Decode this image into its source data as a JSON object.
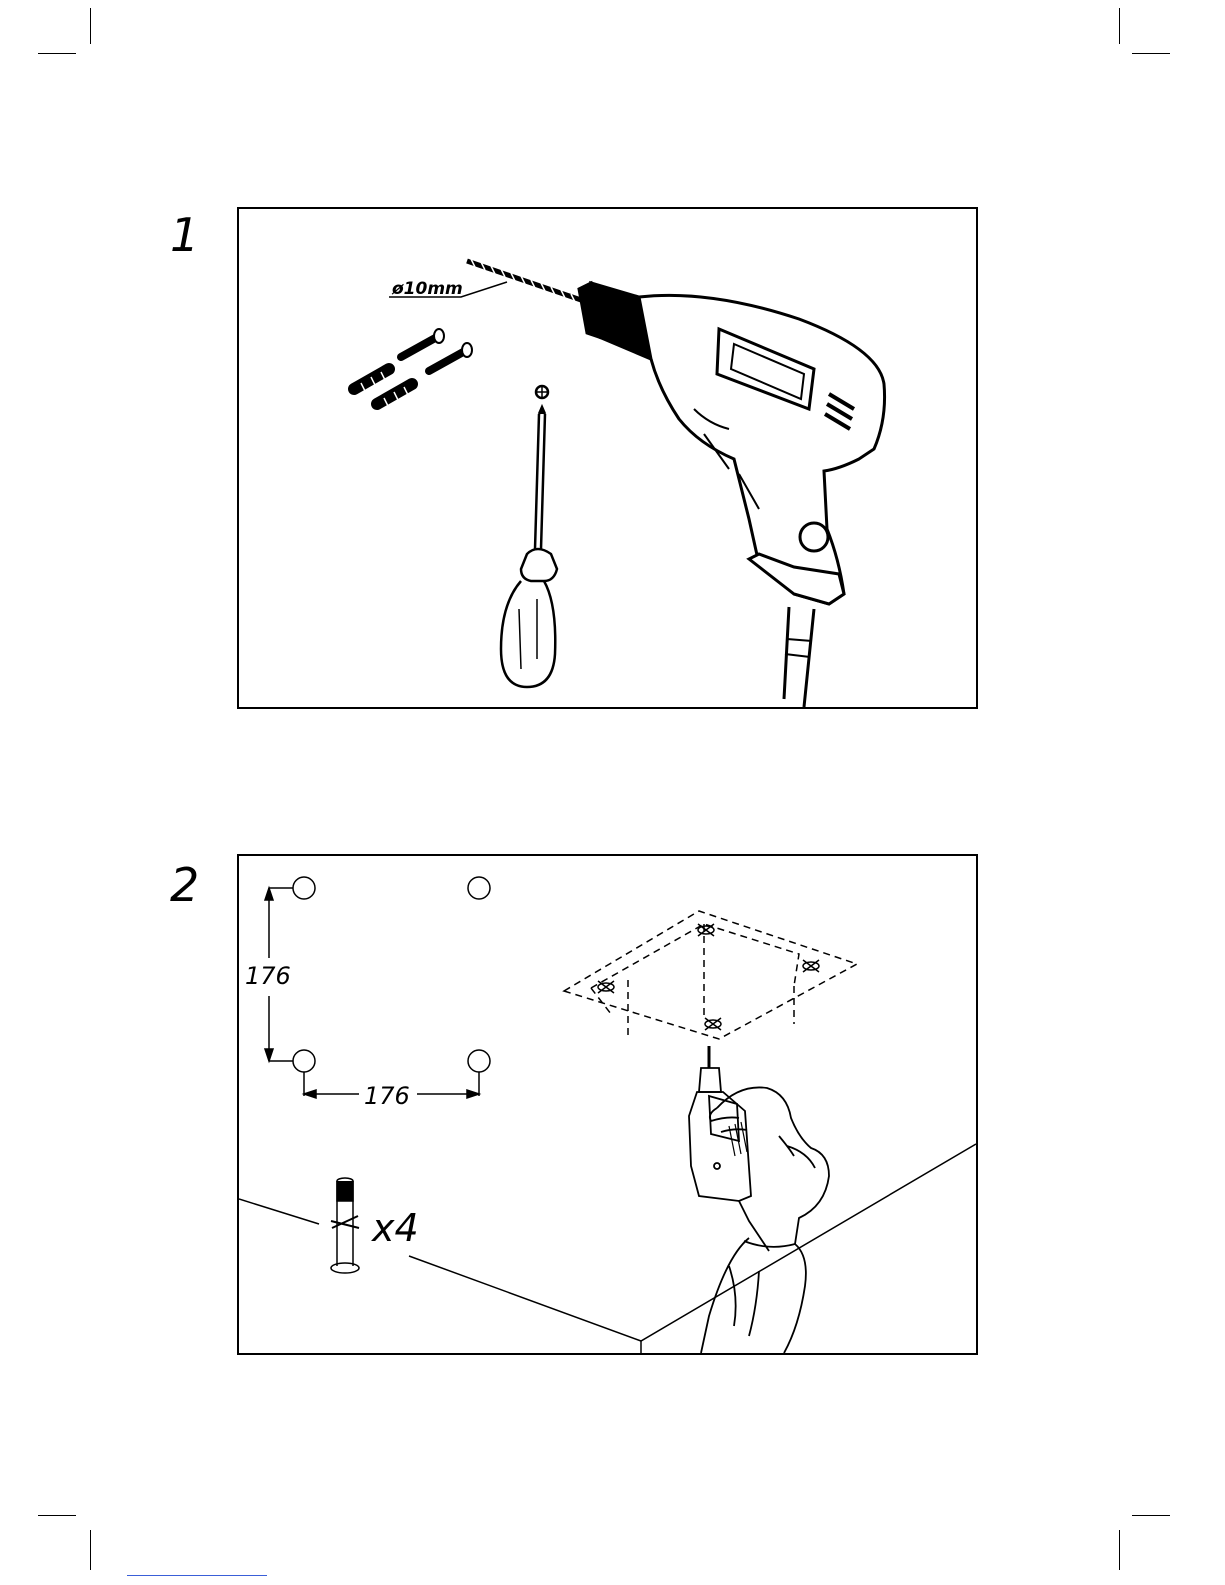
{
  "steps": [
    {
      "number": "1",
      "drill_bit_label": "ø10mm"
    },
    {
      "number": "2",
      "vertical_dimension": "176",
      "horizontal_dimension": "176",
      "anchor_quantity": "x4"
    }
  ],
  "colors": {
    "ink": "#000000",
    "paper": "#ffffff",
    "link": "#3a5fd8"
  },
  "icons": [
    "drill-icon",
    "screwdriver-icon",
    "wall-plug-icon",
    "screw-icon",
    "hand-with-drill-icon",
    "mounting-plate-icon"
  ]
}
